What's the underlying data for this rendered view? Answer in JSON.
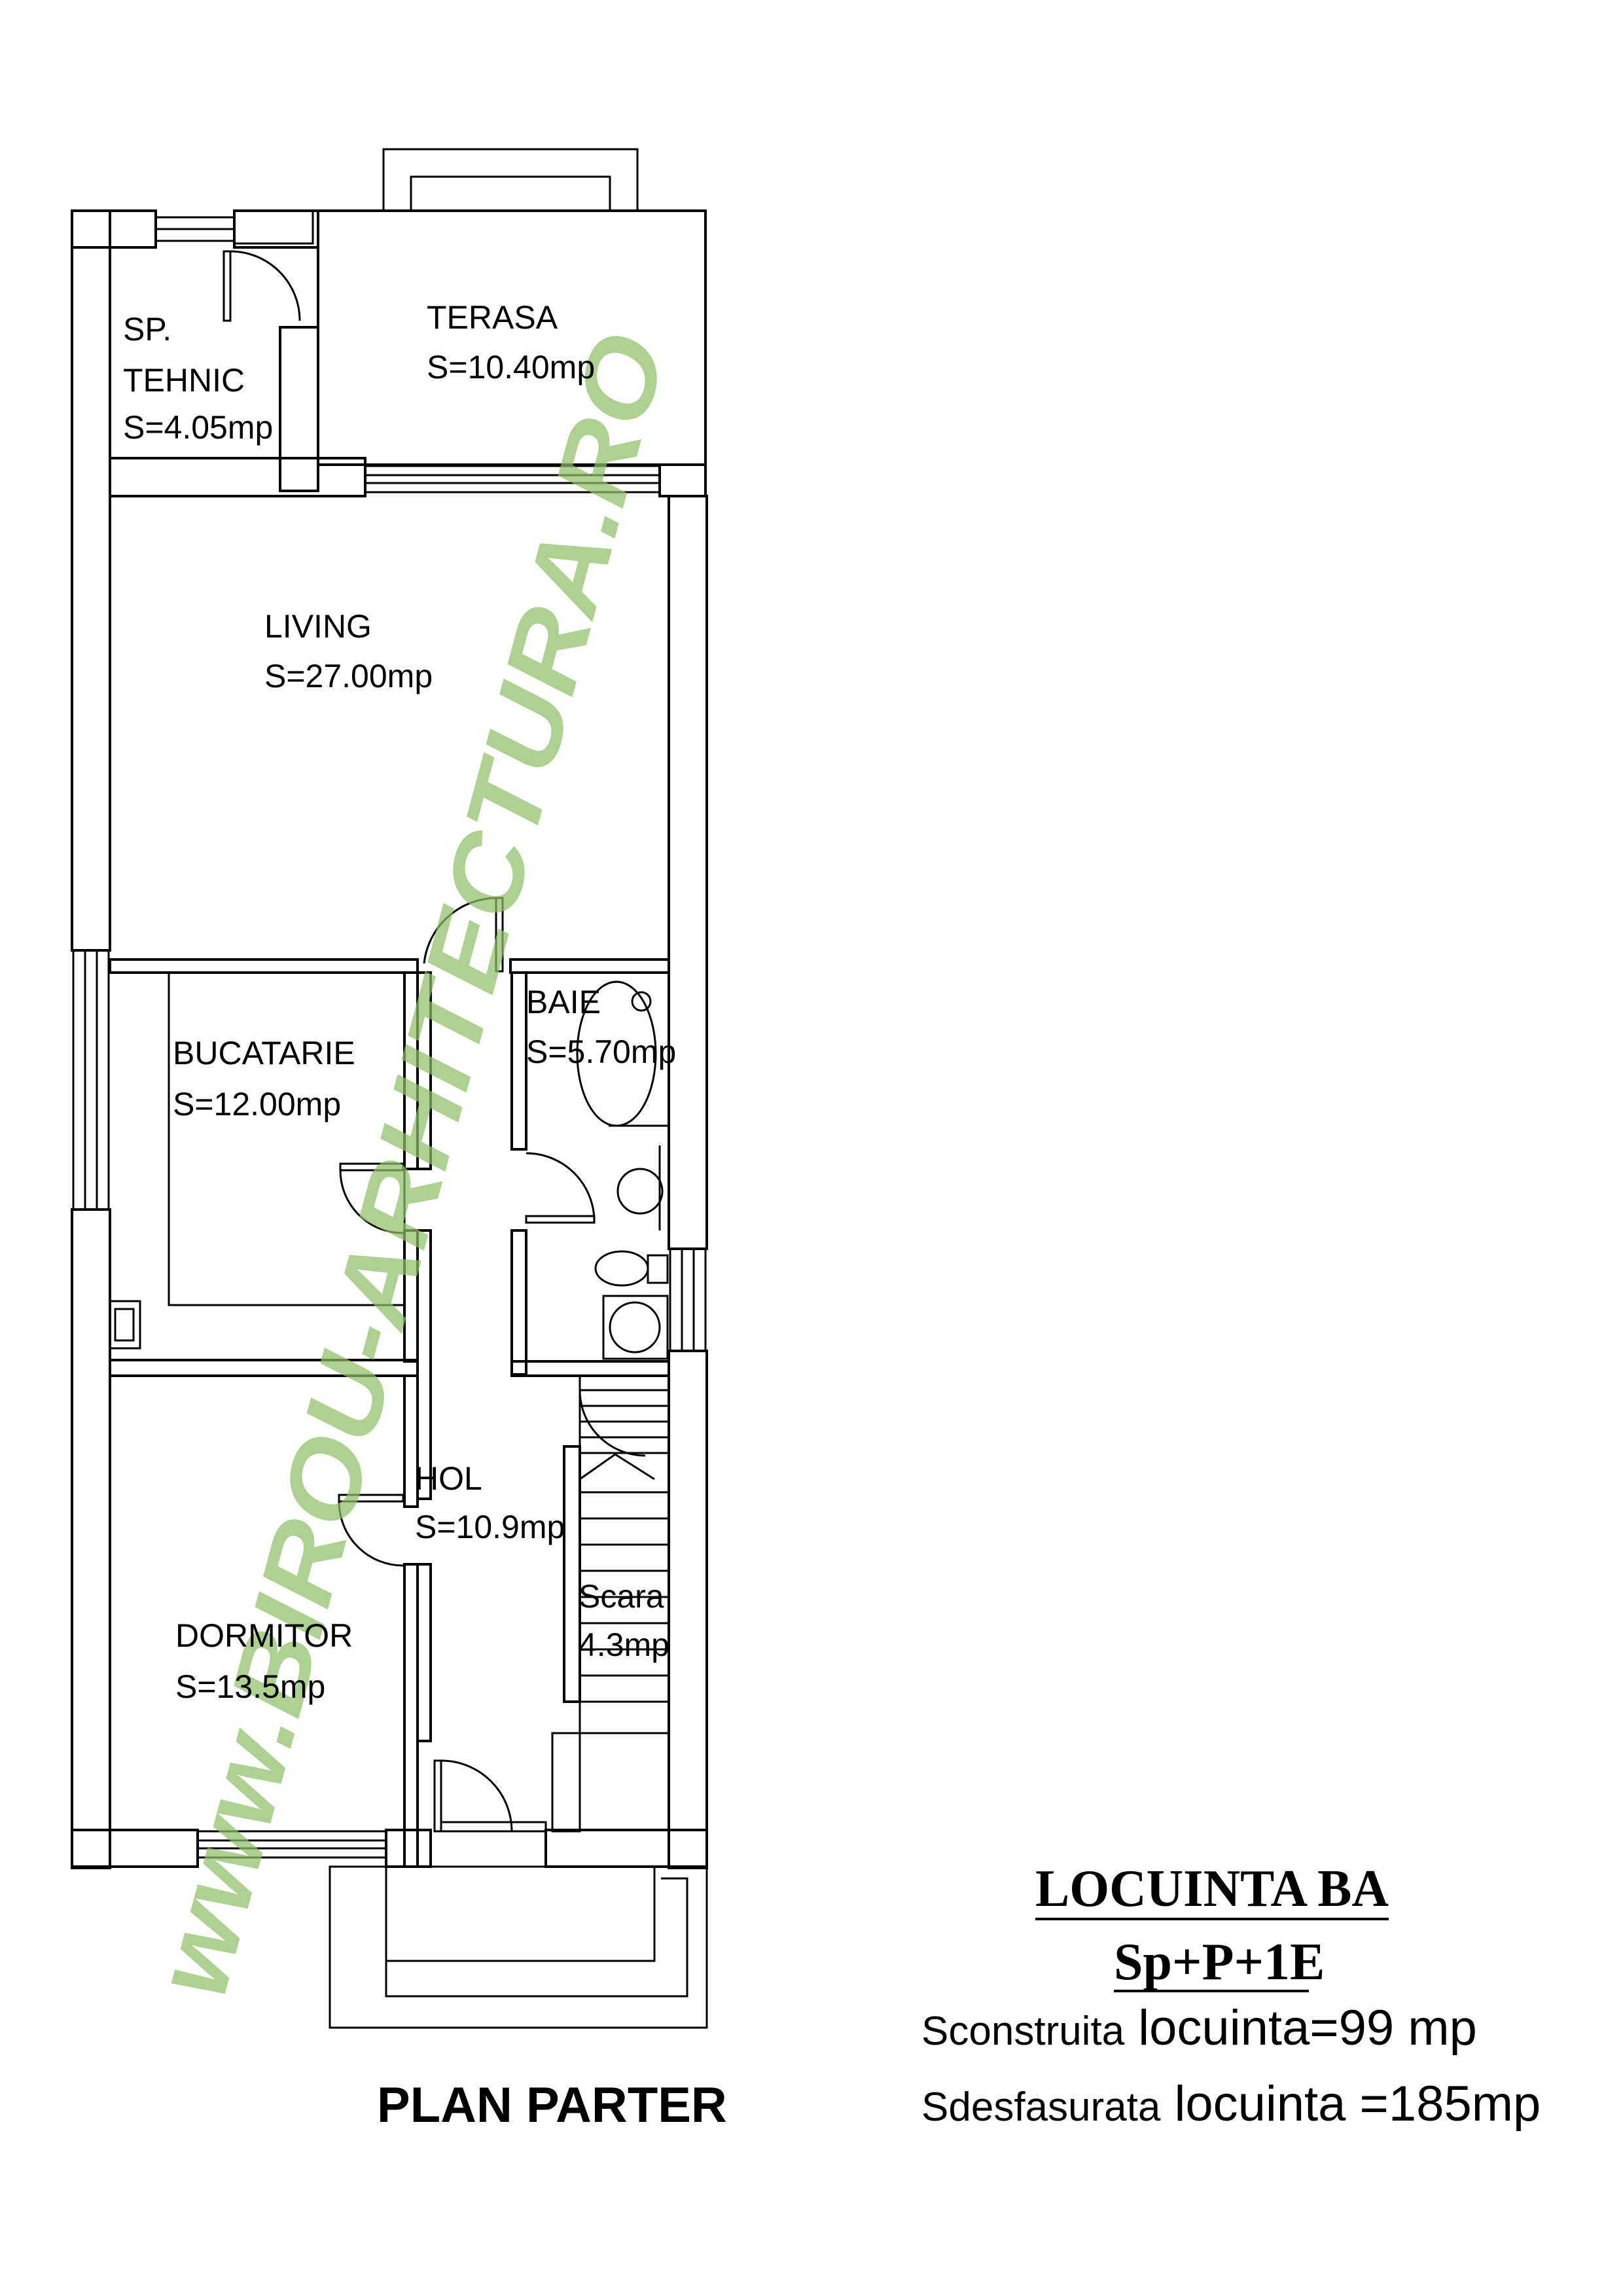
{
  "colors": {
    "ink": "#000000",
    "watermark": "#8fc06a",
    "paper": "#ffffff"
  },
  "rooms": {
    "sp_tehnic": {
      "name_line1": "SP.",
      "name_line2": "TEHNIC",
      "area": "S=4.05mp"
    },
    "terasa": {
      "name": "TERASA",
      "area": "S=10.40mp"
    },
    "living": {
      "name": "LIVING",
      "area": "S=27.00mp"
    },
    "bucatarie": {
      "name": "BUCATARIE",
      "area": "S=12.00mp"
    },
    "baie": {
      "name": "BAIE",
      "area": "S=5.70mp"
    },
    "hol": {
      "name": "HOL",
      "area": "S=10.9mp"
    },
    "scara": {
      "name": "Scara",
      "area": "4.3mp"
    },
    "dormitor": {
      "name": "DORMITOR",
      "area": "S=13.5mp"
    }
  },
  "plan_title": "PLAN PARTER",
  "project": {
    "title": "LOCUINTA  BA",
    "subtitle": "Sp+P+1E",
    "line1_prefix": "Sconstruita",
    "line1_value": " locuinta=99 mp",
    "line2_prefix": "Sdesfasurata",
    "line2_value": " locuinta =185mp"
  },
  "watermark": "www.BIROU-ARHITECTURA.RO"
}
